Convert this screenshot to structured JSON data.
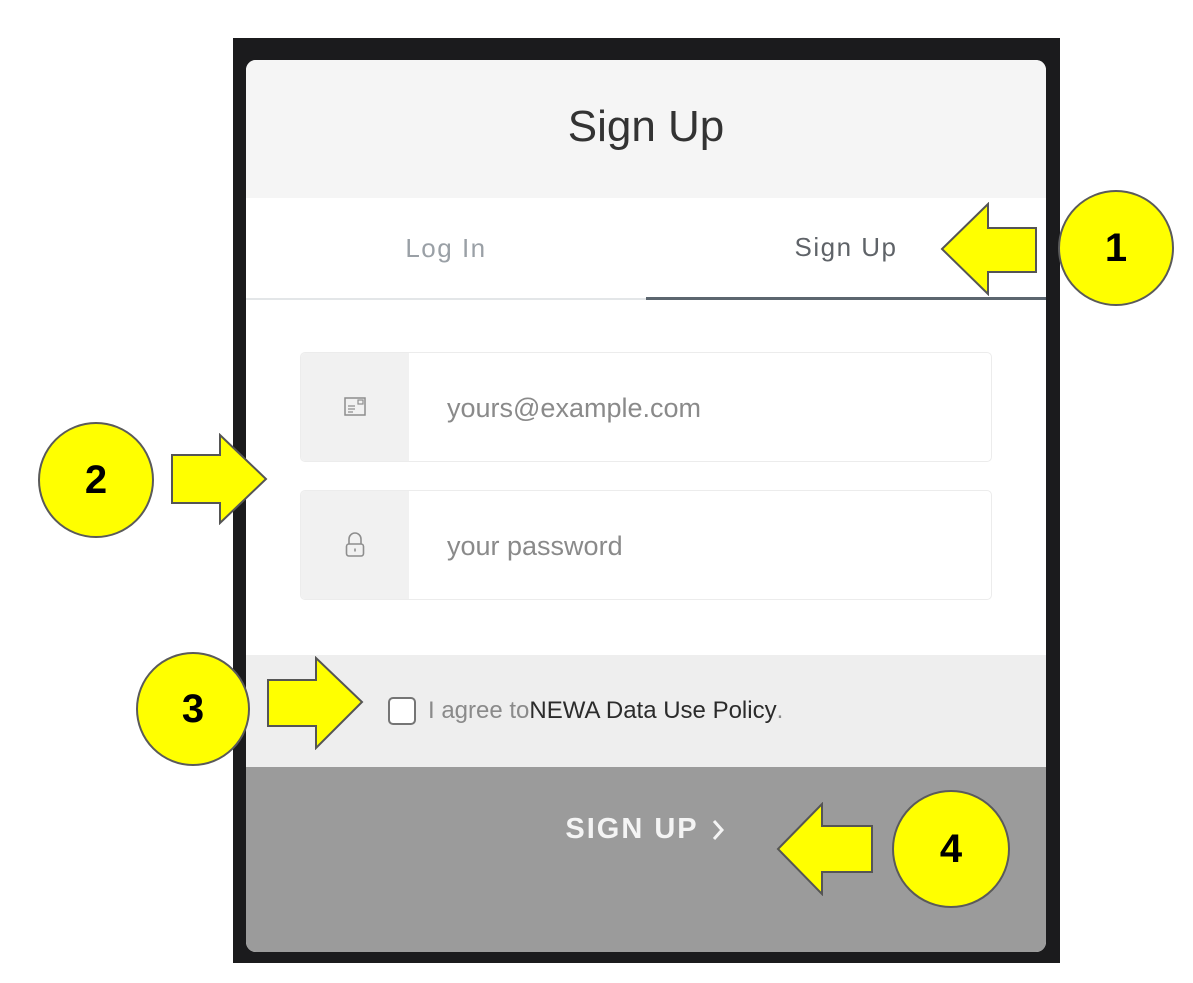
{
  "dialog": {
    "title": "Sign Up",
    "tabs": [
      {
        "label": "Log In",
        "active": false
      },
      {
        "label": "Sign Up",
        "active": true
      }
    ],
    "email_field": {
      "icon": "envelope-icon",
      "placeholder": "yours@example.com",
      "value": ""
    },
    "password_field": {
      "icon": "lock-icon",
      "placeholder": "your password",
      "value": ""
    },
    "agreement": {
      "checked": false,
      "prefix": "I agree to ",
      "link_text": "NEWA Data Use Policy",
      "suffix": "."
    },
    "submit": {
      "label": "SIGN UP",
      "icon": "chevron-right-icon"
    }
  },
  "annotations": [
    {
      "number": "1",
      "target": "Sign Up tab"
    },
    {
      "number": "2",
      "target": "email and password fields"
    },
    {
      "number": "3",
      "target": "agreement checkbox"
    },
    {
      "number": "4",
      "target": "SIGN UP button"
    }
  ],
  "colors": {
    "frame": "#1b1b1d",
    "header_bg": "#f5f5f5",
    "active_tab_underline": "#5c666f",
    "agree_bar_bg": "#eeeeee",
    "submit_bg": "#9b9b9b",
    "callout_fill": "#ffff00"
  }
}
